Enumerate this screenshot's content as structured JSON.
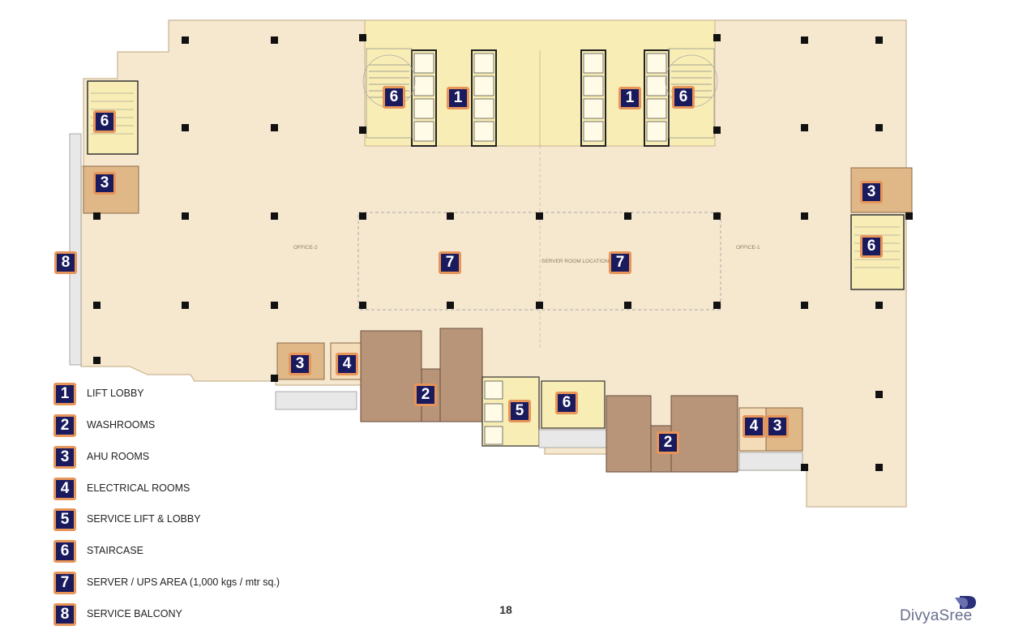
{
  "colors": {
    "floor": "#f6e8cf",
    "core_yellow": "#f8edb5",
    "ahu_orange": "#e0b888",
    "washroom_brown": "#b89478",
    "column": "#111111",
    "badge_fill": "#1a1a5e",
    "badge_border": "#e8955a",
    "corridor_gray": "#e8e8e8"
  },
  "plan_labels": {
    "office_2": "OFFICE-2",
    "office_1": "OFFICE-1",
    "server_room": "SERVER ROOM LOCATION"
  },
  "legend": [
    {
      "number": "1",
      "label": "LIFT LOBBY"
    },
    {
      "number": "2",
      "label": "WASHROOMS"
    },
    {
      "number": "3",
      "label": "AHU ROOMS"
    },
    {
      "number": "4",
      "label": "ELECTRICAL ROOMS"
    },
    {
      "number": "5",
      "label": "SERVICE LIFT & LOBBY"
    },
    {
      "number": "6",
      "label": "STAIRCASE"
    },
    {
      "number": "7",
      "label": "SERVER / UPS AREA (1,000 kgs / mtr sq.)"
    },
    {
      "number": "8",
      "label": "SERVICE BALCONY"
    }
  ],
  "badges_on_plan": [
    {
      "id": "lift-lobby-west",
      "number": "1"
    },
    {
      "id": "lift-lobby-east",
      "number": "1"
    },
    {
      "id": "staircase-core-west",
      "number": "6"
    },
    {
      "id": "staircase-core-east",
      "number": "6"
    },
    {
      "id": "staircase-far-west",
      "number": "6"
    },
    {
      "id": "staircase-far-east",
      "number": "6"
    },
    {
      "id": "staircase-south",
      "number": "6"
    },
    {
      "id": "ahu-west",
      "number": "3"
    },
    {
      "id": "ahu-east",
      "number": "3"
    },
    {
      "id": "ahu-south-west",
      "number": "3"
    },
    {
      "id": "ahu-south-east",
      "number": "3"
    },
    {
      "id": "electrical-south-west",
      "number": "4"
    },
    {
      "id": "electrical-south-east",
      "number": "4"
    },
    {
      "id": "washroom-west",
      "number": "2"
    },
    {
      "id": "washroom-east",
      "number": "2"
    },
    {
      "id": "service-lift",
      "number": "5"
    },
    {
      "id": "server-area-west",
      "number": "7"
    },
    {
      "id": "server-area-east",
      "number": "7"
    },
    {
      "id": "service-balcony",
      "number": "8"
    }
  ],
  "page_number": "18",
  "brand": {
    "name": "DivyaSree",
    "logo_icon": "divyasree-logo-icon"
  }
}
